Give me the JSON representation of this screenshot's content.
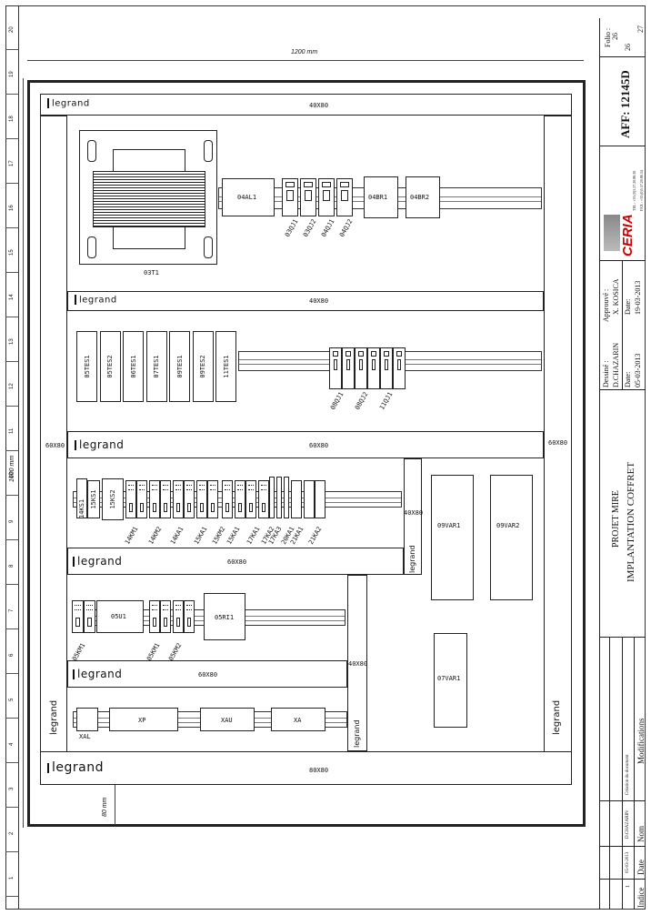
{
  "drawing": {
    "dim_width": "1200 mm",
    "dim_height": "1600 mm",
    "dim_bottom": "80 mm",
    "ruler_numbers": [
      "20",
      "19",
      "18",
      "17",
      "16",
      "15",
      "14",
      "13",
      "12",
      "11",
      "10",
      "9",
      "8",
      "7",
      "6",
      "5",
      "4",
      "3",
      "2",
      "1"
    ],
    "brand": "legrand",
    "ducts": {
      "top": "40X80",
      "mid1": "40X80",
      "mid2": "60X80",
      "left": "60X80",
      "right": "60X80",
      "upper_right_short": "40X80",
      "lower_mid": "60X80",
      "lower_vertical": "40X80",
      "bottom": "80X80",
      "inner": "60X80"
    },
    "components": {
      "transformer": "03T1",
      "power_unit": "04AL1",
      "breakers_top": [
        "03QJ1",
        "03QJ2",
        "04QJ1",
        "04QJ2"
      ],
      "terminal_top": [
        "04BR1",
        "04BR2"
      ],
      "tes_modules": [
        "05TES1",
        "05TES2",
        "06TES1",
        "07TES1",
        "09TES1",
        "09TES2",
        "11TES1"
      ],
      "breakers_mid": [
        "08QJ1",
        "08QJ2",
        "11QJ1"
      ],
      "row3_left": [
        "14KS1",
        "15KS1",
        "15KS2"
      ],
      "row3_labels": [
        "14KM1",
        "14KM2",
        "14KA1",
        "15KA1",
        "15KM2",
        "15KA1",
        "17KA1",
        "17KA2",
        "17KA3",
        "20KA1",
        "21KA1",
        "21KA2"
      ],
      "var_drives": [
        "09VAR1",
        "09VAR2",
        "07VAR1"
      ],
      "row4": [
        "05U1",
        "05RI1"
      ],
      "row4_labels": [
        "05KM1",
        "05KM1",
        "05KM2"
      ],
      "row5": [
        "XAL",
        "XP",
        "XAU",
        "XA"
      ]
    }
  },
  "title_block": {
    "folio_label": "Folio :",
    "folio_num": "26",
    "folio_frac_top": "26",
    "folio_frac_bottom": "27",
    "affaire": "AFF: 12145D",
    "company": "CERIA",
    "tel": "TEL : +33 (0)5.57.20.86.30",
    "fax": "FAX : +33 (0)5.57.20.86.34",
    "approuve_label": "Approuvé :",
    "approuve_name": "X. KOSICA",
    "approuve_date_label": "Date:",
    "approuve_date": "19-03-2013",
    "dessine_label": "Dessiné :",
    "dessine_name": "D.CHAZARIN",
    "dessine_date_label": "Date:",
    "dessine_date": "05-03-2013",
    "project": "PROJET MIRE",
    "title": "IMPLANTATION COFFRET",
    "rev_indice": "1",
    "rev_date": "05-03-2013",
    "rev_nom": "D.CHAZARIN",
    "rev_modif": "Création du document",
    "hdr_indice": "Indice",
    "hdr_date": "Date",
    "hdr_nom": "Nom",
    "hdr_modif": "Modifications"
  }
}
